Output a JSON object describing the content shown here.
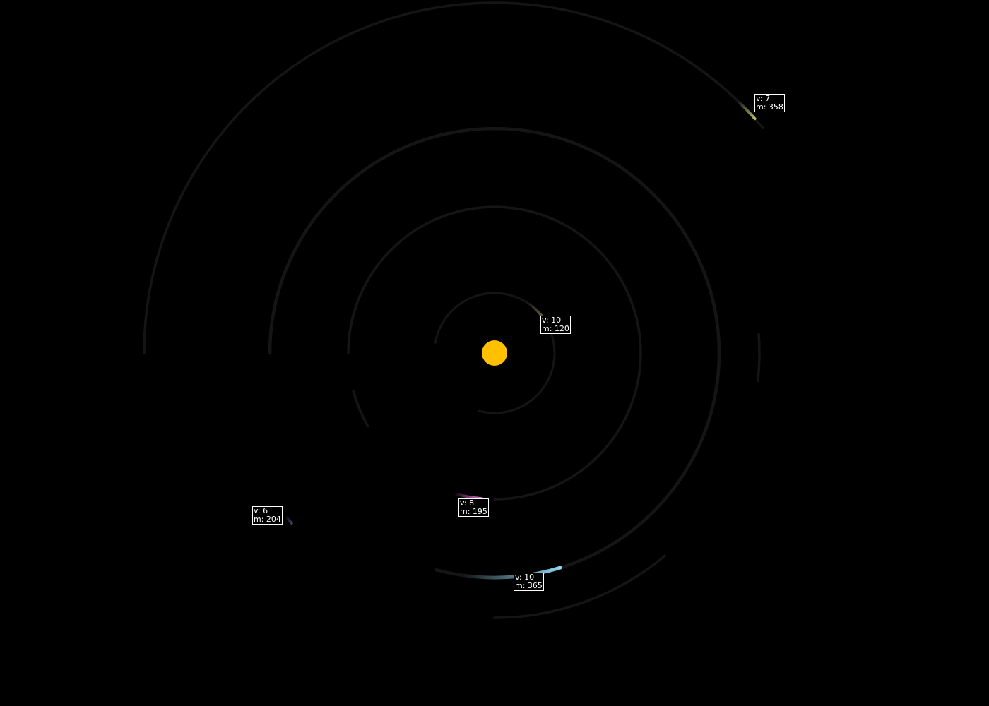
{
  "sun": {
    "color": "#ffc000"
  },
  "orbit_color": "#151515",
  "bodies": [
    {
      "id": "orbit-1",
      "color": "#8a8350",
      "label": {
        "v": "v: 10",
        "m": "m: 120"
      }
    },
    {
      "id": "orbit-2",
      "color": "#e07ad8",
      "label": {
        "v": "v: 8",
        "m": "m: 195"
      }
    },
    {
      "id": "orbit-3",
      "color": "#8fd4ee",
      "label": {
        "v": "v: 10",
        "m": "m: 365"
      }
    },
    {
      "id": "orbit-4",
      "color": "#3d3f62",
      "label": {
        "v": "v: 6",
        "m": "m: 204"
      }
    },
    {
      "id": "orbit-5",
      "color": "#b6b86a",
      "label": {
        "v": "v: 7",
        "m": "m: 358"
      }
    }
  ]
}
